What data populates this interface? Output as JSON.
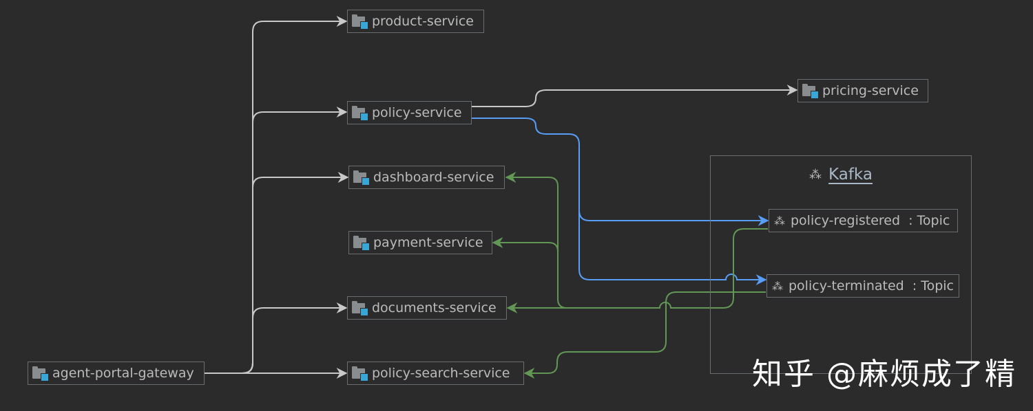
{
  "nodes": {
    "product_service": "product-service",
    "policy_service": "policy-service",
    "pricing_service": "pricing-service",
    "dashboard_service": "dashboard-service",
    "payment_service": "payment-service",
    "documents_service": "documents-service",
    "policy_search_service": "policy-search-service",
    "agent_portal_gateway": "agent-portal-gateway"
  },
  "kafka": {
    "title": "Kafka",
    "topics": [
      {
        "name": "policy-registered",
        "stereotype": ": Topic"
      },
      {
        "name": "policy-terminated",
        "stereotype": ": Topic"
      }
    ]
  },
  "icons": {
    "service": "module-folder-icon",
    "topic": "kafka-icon"
  },
  "colors": {
    "background": "#2b2b2b",
    "sync_edge": "#c9c9c9",
    "produce_edge": "#589df6",
    "consume_edge": "#629755"
  },
  "watermark": "知乎 @麻烦成了精"
}
